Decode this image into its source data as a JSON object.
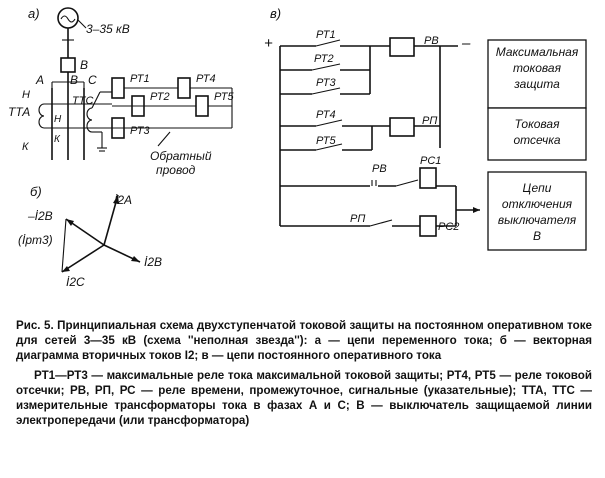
{
  "panel_a": {
    "label": "а)",
    "voltage": "3–35 кВ",
    "breaker": "В",
    "phase_a": "А",
    "phase_b": "В",
    "phase_c": "С",
    "phase_n": "Н",
    "phase_k": "К",
    "tta": "ТТА",
    "ttc": "ТТС",
    "rt1": "РТ1",
    "rt2": "РТ2",
    "rt3": "РТ3",
    "rt4": "РТ4",
    "rt5": "РТ5",
    "return_wire_1": "Обратный",
    "return_wire_2": "провод"
  },
  "panel_b": {
    "label": "б)",
    "i2a": "İ2A",
    "i2b": "İ2B",
    "i2c": "İ2C",
    "minus_i2b": "–İ2B",
    "irt3": "(İрт3)"
  },
  "panel_v": {
    "label": "в)",
    "plus": "+",
    "minus": "–",
    "rt1": "РТ1",
    "rt2": "РТ2",
    "rt3": "РТ3",
    "rt4": "РТ4",
    "rt5": "РТ5",
    "rv": "РВ",
    "rp": "РП",
    "rv2": "РВ",
    "rp2": "РП",
    "rs1": "РС1",
    "rs2": "РС2",
    "block1": [
      "Максимальная",
      "токовая",
      "защита"
    ],
    "block2": [
      "Токовая",
      "отсечка"
    ],
    "block3": [
      "Цепи",
      "отключения",
      "выключателя",
      "В"
    ]
  },
  "caption": {
    "line1": "Рис. 5. Принципиальная схема двухступенчатой токовой защиты на постоянном оперативном токе для сетей 3—35 кВ (схема ''неполная звезда''): а — цепи переменного тока; б — векторная диаграмма вторичных токов I2; в — цепи постоянного оперативного тока",
    "legend": "РТ1—РТ3 — максимальные реле тока максимальной токовой защиты; РТ4, РТ5 — реле токовой отсечки; РВ, РП, РС — реле времени, промежуточное, сигнальные (указательные); ТТА, ТТС — измерительные трансформаторы тока в фазах А и С; В — выключатель защищаемой линии электропередачи (или трансформатора)"
  }
}
